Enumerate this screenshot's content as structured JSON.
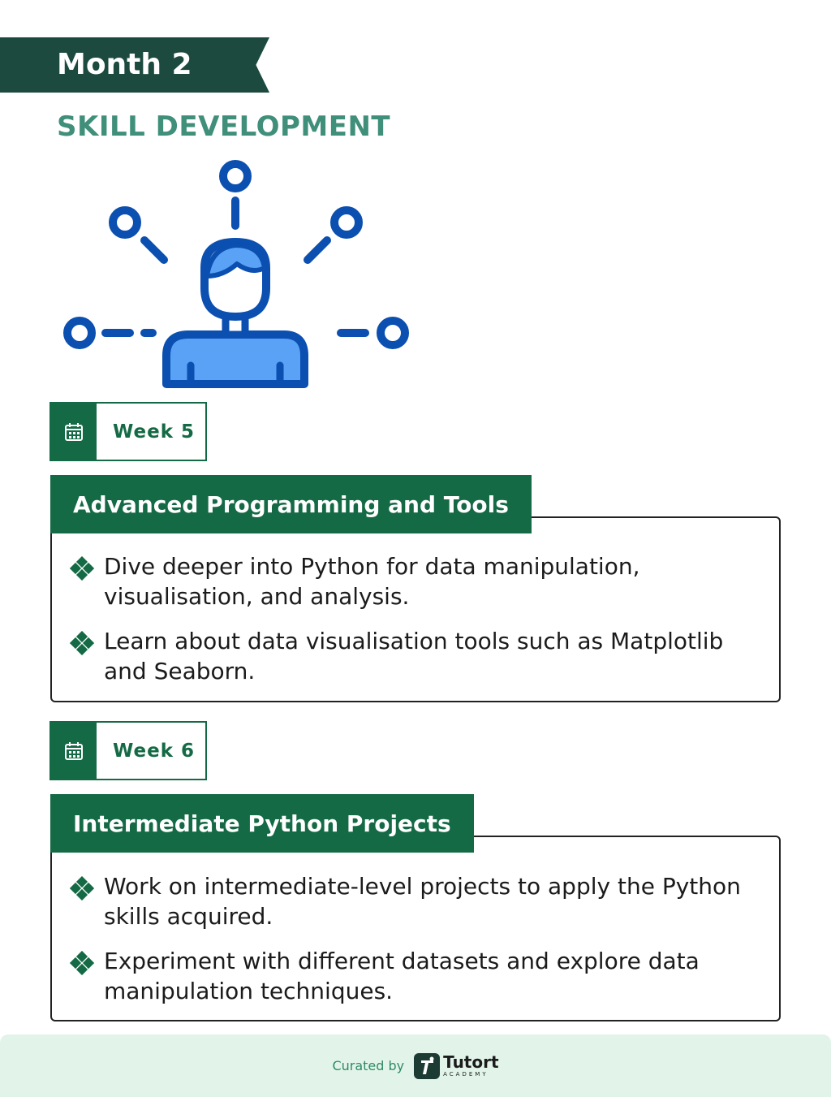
{
  "header": {
    "month_label": "Month 2",
    "section_title": "SKILL DEVELOPMENT"
  },
  "weeks": [
    {
      "week_label": "Week 5",
      "topic_title": "Advanced Programming and Tools",
      "bullets": [
        "Dive deeper into Python for data manipulation, visualisation, and analysis.",
        "Learn about data visualisation tools such as Matplotlib and Seaborn."
      ]
    },
    {
      "week_label": "Week 6",
      "topic_title": "Intermediate Python Projects",
      "bullets": [
        "Work on intermediate-level projects to apply the Python skills acquired.",
        "Experiment with different datasets and explore data manipulation techniques."
      ]
    }
  ],
  "footer": {
    "curated_by": "Curated by",
    "brand_name": "Tutort",
    "brand_sub": "ACADEMY"
  },
  "icons": {
    "illustration": "person-network-icon",
    "calendar": "calendar-icon",
    "bullet": "diamond-bullet-icon",
    "brand": "tutort-logo-icon"
  },
  "colors": {
    "ribbon": "#1c4a3e",
    "section_title": "#3f8f7a",
    "accent_green": "#146a45",
    "illustration_dark": "#0b4fb0",
    "illustration_light": "#5aa2f5",
    "footer_bg": "#e2f4ea"
  }
}
